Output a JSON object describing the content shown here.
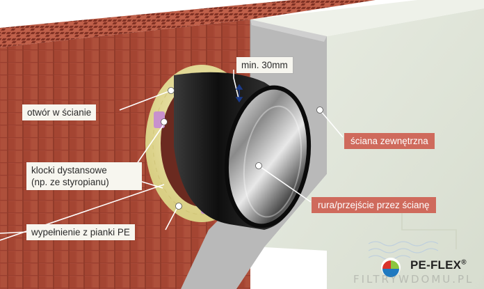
{
  "labels": {
    "min_gap": "min. 30mm",
    "wall_opening": "otwór w ścianie",
    "spacer_blocks_line1": "klocki dystansowe",
    "spacer_blocks_line2": "(np. ze styropianu)",
    "pe_foam_fill": "wypełnienie z pianki PE",
    "outer_wall": "ściana zewnętrzna",
    "pipe_passage": "rura/przejście przez ścianę"
  },
  "logo": {
    "brand": "PE-FLEX",
    "registered_mark": "®"
  },
  "watermark": "FILTRYWDOMU.PL",
  "colors": {
    "brick": "#b5523f",
    "brick_dark": "#8f3a2b",
    "wall_face": "#e1e6d9",
    "insulation_gray": "#b9b9b9",
    "pe_foam": "#ede6ad",
    "spacer_block": "#c891cd",
    "pipe_black": "#141414",
    "label_red": "#cf6a5c",
    "label_light": "#f7f6ef",
    "leader_line": "#ffffff"
  },
  "icons": {
    "logo_mark": "pe-flex-logo-icon"
  }
}
